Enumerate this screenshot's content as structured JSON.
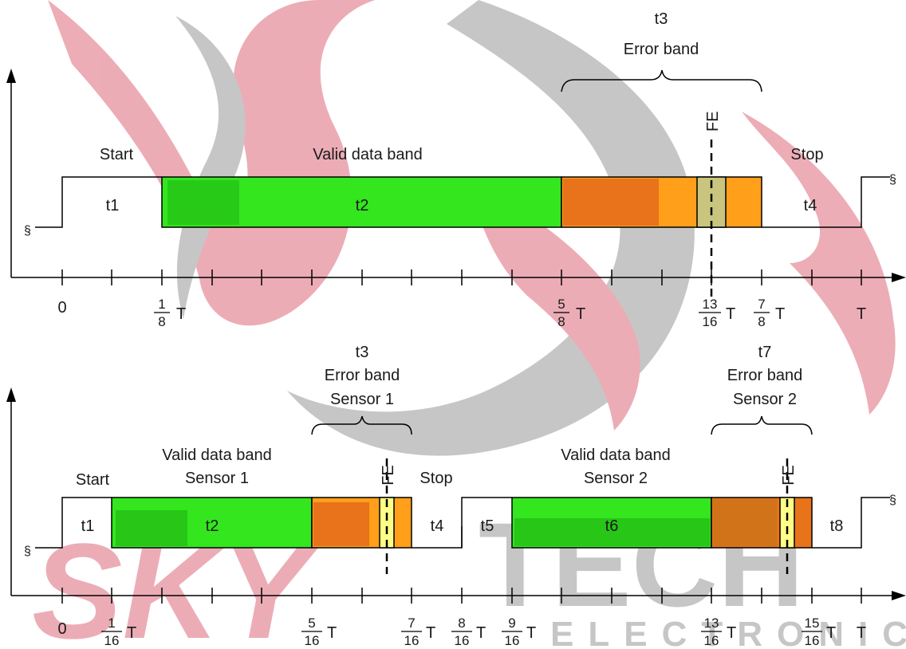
{
  "colors": {
    "valid": "#33e61e",
    "valid_dark": "#22b814",
    "error": "#ff9f1a",
    "error_dark": "#e8731a",
    "fe_band_top": "#c9c57e",
    "fe_band_bottom": "#ffff88",
    "watermark_red": "#e6919e",
    "watermark_gray": "#b3b3b3"
  },
  "watermark": {
    "word1": "SKY",
    "word2": "TECH",
    "word3": "ELECTRONIC"
  },
  "top": {
    "period_label": "t3",
    "error_band_label": "Error band",
    "fe_label": "FE",
    "start_label": "Start",
    "valid_label": "Valid data band",
    "stop_label": "Stop",
    "segments": {
      "t1": "t1",
      "t2": "t2",
      "t4": "t4"
    },
    "break_mark": "§",
    "axis_labels": {
      "zero": "0",
      "one_eighth": {
        "num": "1",
        "den": "8",
        "unit": "T"
      },
      "five_eighths": {
        "num": "5",
        "den": "8",
        "unit": "T"
      },
      "thirteen_sixteenths": {
        "num": "13",
        "den": "16",
        "unit": "T"
      },
      "seven_eighths": {
        "num": "7",
        "den": "8",
        "unit": "T"
      },
      "full": "T"
    }
  },
  "bottom": {
    "error1_t": "t3",
    "error1_label": "Error band",
    "error1_sensor": "Sensor 1",
    "error2_t": "t7",
    "error2_label": "Error band",
    "error2_sensor": "Sensor 2",
    "valid1_label": "Valid data band",
    "valid1_sensor": "Sensor 1",
    "valid2_label": "Valid data band",
    "valid2_sensor": "Sensor 2",
    "start_label": "Start",
    "stop_label": "Stop",
    "fe_label": "FE",
    "segments": {
      "t1": "t1",
      "t2": "t2",
      "t4": "t4",
      "t5": "t5",
      "t6": "t6",
      "t8": "t8"
    },
    "break_mark": "§",
    "axis_labels": {
      "zero": "0",
      "one_16": {
        "num": "1",
        "den": "16",
        "unit": "T"
      },
      "five_16": {
        "num": "5",
        "den": "16",
        "unit": "T"
      },
      "seven_16": {
        "num": "7",
        "den": "16",
        "unit": "T"
      },
      "eight_16": {
        "num": "8",
        "den": "16",
        "unit": "T"
      },
      "nine_16": {
        "num": "9",
        "den": "16",
        "unit": "T"
      },
      "thirteen_16": {
        "num": "13",
        "den": "16",
        "unit": "T"
      },
      "fifteen_16": {
        "num": "15",
        "den": "16",
        "unit": "T"
      },
      "full": "T"
    }
  }
}
